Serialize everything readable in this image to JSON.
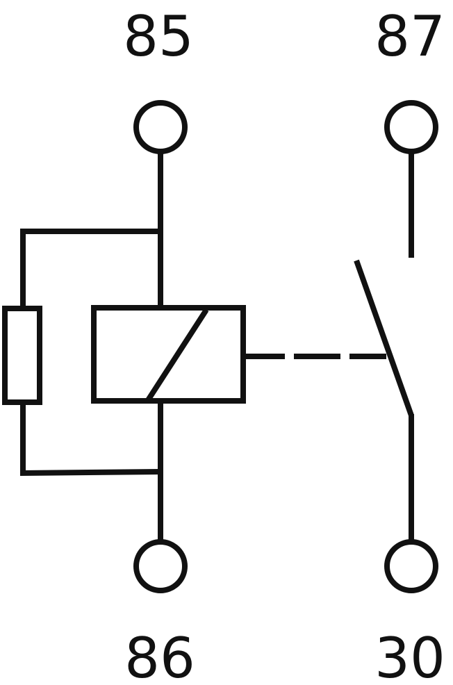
{
  "pins": {
    "coil_top": "85",
    "coil_bottom": "86",
    "contact_top": "87",
    "contact_bottom": "30"
  },
  "colors": {
    "line": "#111111",
    "background": "#ffffff"
  }
}
